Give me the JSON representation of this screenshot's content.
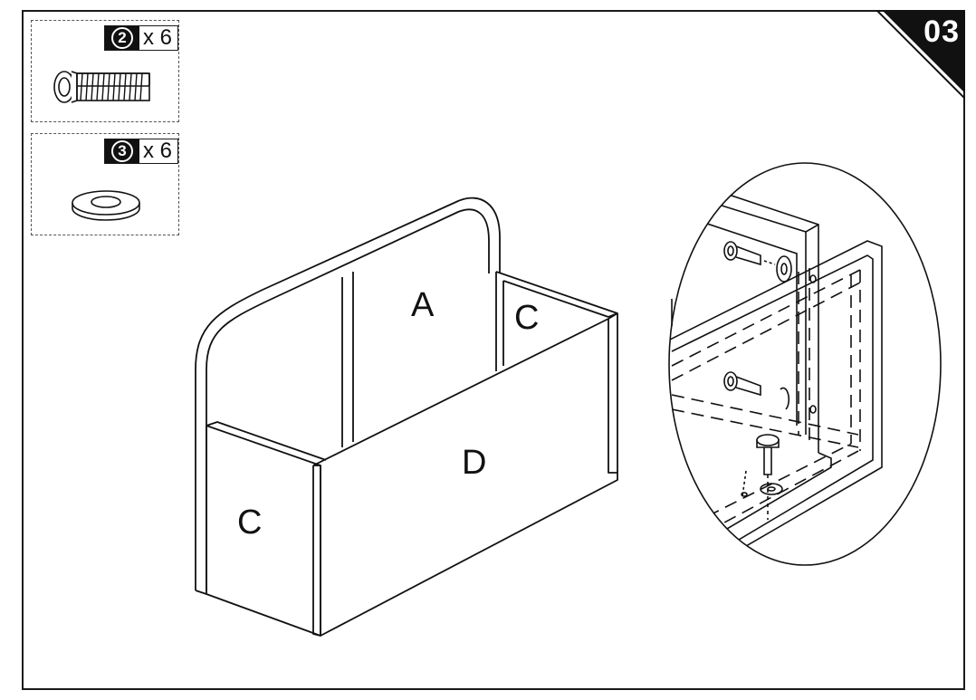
{
  "step": {
    "number": "03"
  },
  "parts": [
    {
      "id": "2",
      "quantity": "x 6",
      "icon": "bolt-icon"
    },
    {
      "id": "3",
      "quantity": "x 6",
      "icon": "washer-icon"
    }
  ],
  "panels": {
    "A": "A",
    "C_top": "C",
    "C_front": "C",
    "D": "D"
  },
  "colors": {
    "line": "#111111",
    "badge": "#111111",
    "background": "#ffffff"
  }
}
